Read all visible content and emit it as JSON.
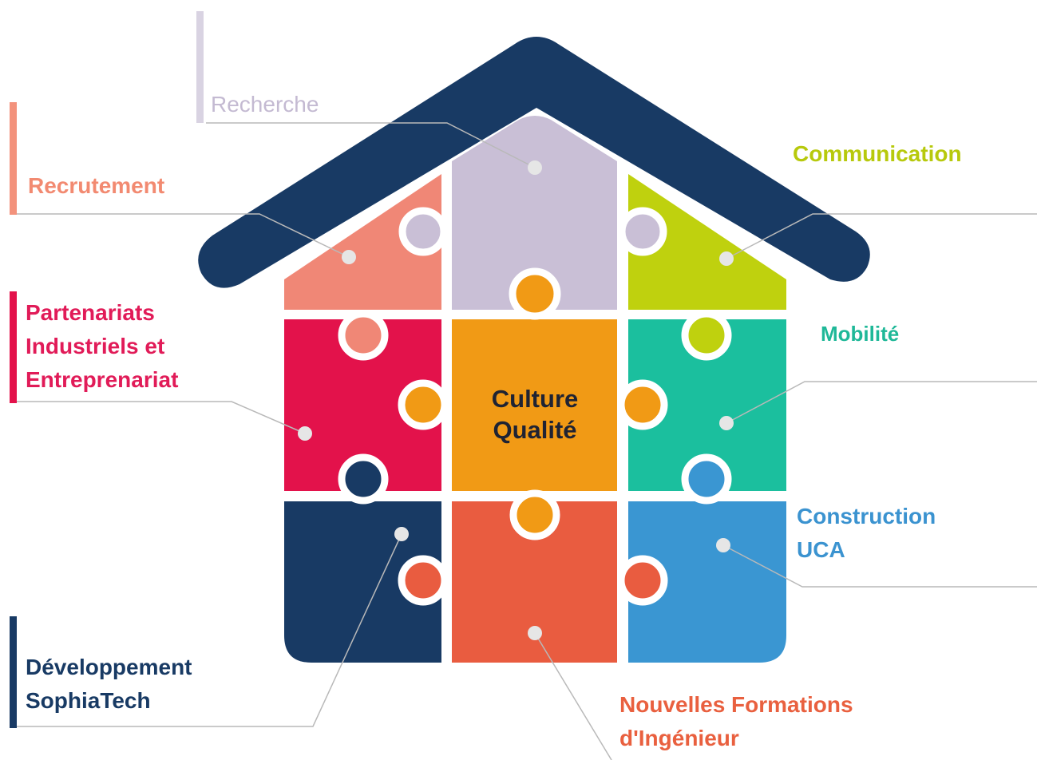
{
  "center": {
    "line1": "Culture",
    "line2": "Qualité"
  },
  "labels": {
    "recherche": "Recherche",
    "recrutement": "Recrutement",
    "partenariats": [
      "Partenariats",
      "Industriels et",
      "Entreprenariat"
    ],
    "communication": "Communication",
    "mobilite": "Mobilité",
    "construction": [
      "Construction",
      "UCA"
    ],
    "developpement": [
      "Développement",
      "SophiaTech"
    ],
    "formations": [
      "Nouvelles Formations",
      "d'Ingénieur"
    ]
  },
  "colors": {
    "roof": "#183a64",
    "recherche": "#c9bfd6",
    "recrutement": "#f08776",
    "partenariats": "#e3124b",
    "communication": "#bfd10e",
    "mobilite": "#1bbf9e",
    "construction": "#3a96d2",
    "developpement": "#183a64",
    "formations": "#e95c40",
    "culture": "#f19a15",
    "recherche_text": "#c4bad2",
    "communication_text": "#b7c90c",
    "partenariats_text": "#e11b58",
    "construction_text": "#3b93d0",
    "developpement_text": "#183a64",
    "formations_text": "#e9603f",
    "mobilite_text": "#1fb898",
    "recrutement_text": "#f28a71"
  }
}
